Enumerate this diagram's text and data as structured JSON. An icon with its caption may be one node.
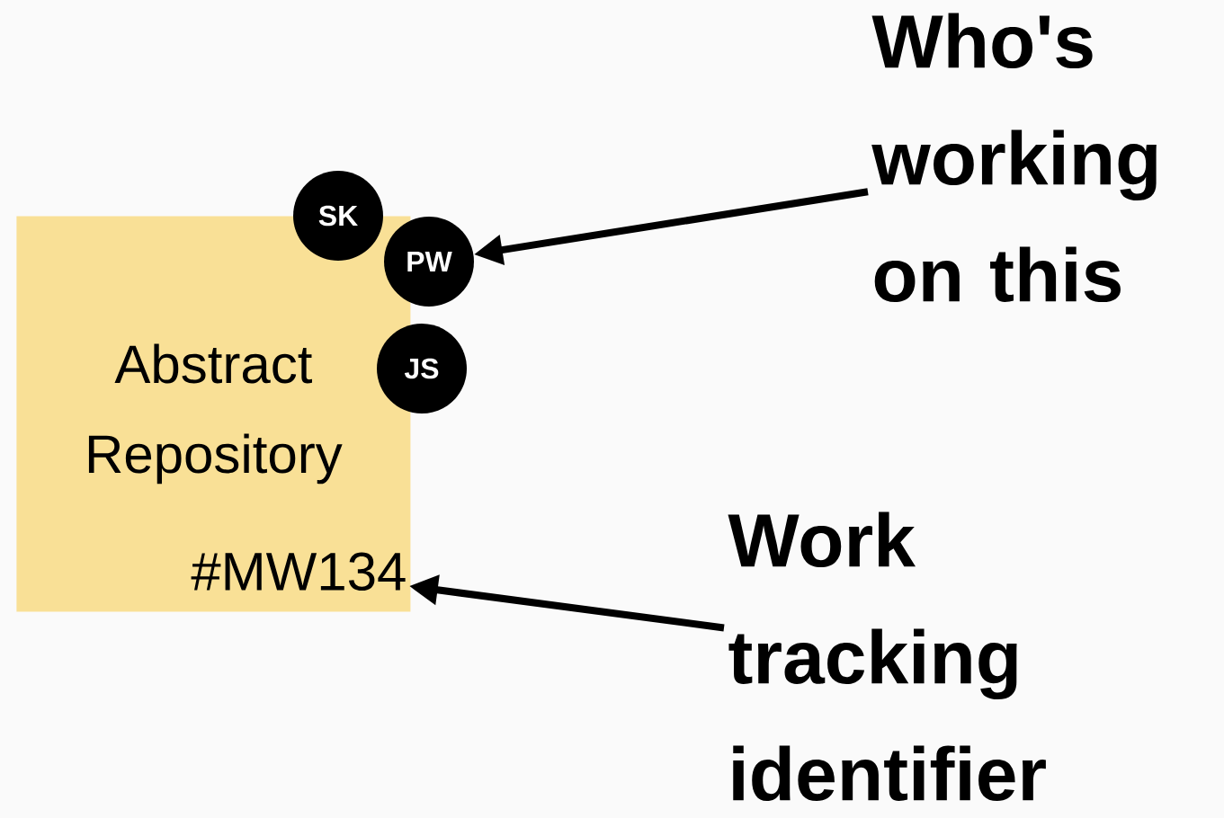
{
  "diagram": {
    "nodes": [
      {
        "text": [
          "Abstract Repository"
        ]
      },
      {
        "text": [
          "#MW134"
        ],
        "in": 0
      },
      {
        "text": [
          "SK"
        ]
      },
      {
        "text": [
          "PW"
        ]
      },
      {
        "text": [
          "JS"
        ]
      },
      {
        "text": [
          "Who's working on this"
        ]
      },
      {
        "text": [
          "Work tracking identifier"
        ]
      }
    ],
    "edges": [
      {
        "from": 5,
        "to": 3,
        "arrow": "to"
      },
      {
        "from": 6,
        "to": 1,
        "arrow": "to"
      }
    ]
  }
}
